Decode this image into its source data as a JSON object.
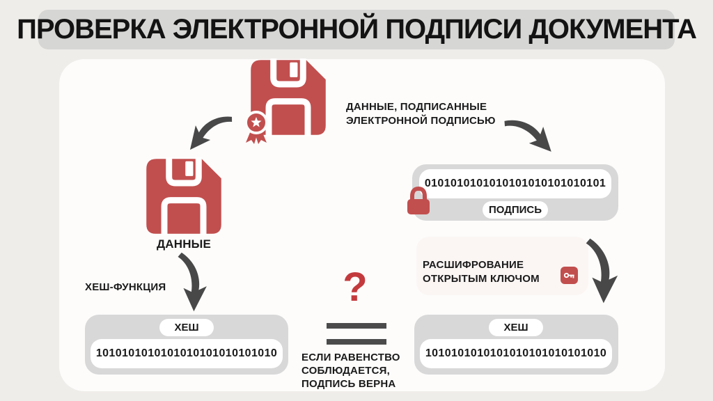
{
  "title": "ПРОВЕРКА ЭЛЕКТРОННОЙ ПОДПИСИ ДОКУМЕНТА",
  "colors": {
    "background": "#efedea",
    "card": "#fdfcfb",
    "title_bar": "#d6d6d4",
    "accent_red": "#c14f4e",
    "question_red": "#c33a3d",
    "arrow_gray": "#484848",
    "box_gray": "#d8d8d8"
  },
  "icons": {
    "signed_document": "floppy-disk-seal-icon",
    "document": "floppy-disk-icon",
    "lock": "lock-icon",
    "key": "key-icon"
  },
  "signed_data": {
    "label_lines": [
      "ДАННЫЕ, ПОДПИСАННЫЕ",
      "ЭЛЕКТРОННОЙ ПОДПИСЬЮ"
    ]
  },
  "data_branch": {
    "label": "ДАННЫЕ",
    "process_label": "ХЕШ-ФУНКЦИЯ",
    "hash_tag": "ХЕШ",
    "hash_value": "1010101010101010101010101010"
  },
  "signature_branch": {
    "binary": "0101010101010101010101010101",
    "tag": "ПОДПИСЬ",
    "process_label_lines": [
      "РАСШИФРОВАНИЕ",
      "ОТКРЫТЫМ КЛЮЧОМ"
    ],
    "hash_tag": "ХЕШ",
    "hash_value": "1010101010101010101010101010"
  },
  "comparison": {
    "question_mark": "?",
    "note_lines": [
      "ЕСЛИ РАВЕНСТВО",
      "СОБЛЮДАЕТСЯ,",
      "ПОДПИСЬ ВЕРНА"
    ]
  }
}
